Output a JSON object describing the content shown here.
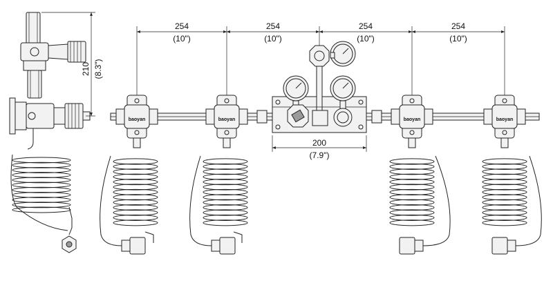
{
  "dimensions": {
    "top_spacing": [
      {
        "value": "254",
        "imperial": "(10\")"
      },
      {
        "value": "254",
        "imperial": "(10\")"
      },
      {
        "value": "254",
        "imperial": "(10\")"
      },
      {
        "value": "254",
        "imperial": "(10\")"
      }
    ],
    "panel_width": {
      "value": "200",
      "imperial": "(7.9\")"
    },
    "side_height": {
      "value": "210",
      "imperial": "(8.3\")"
    }
  },
  "brand_label": "baoyan",
  "colors": {
    "line": "#222222",
    "fill": "#f2f2f2"
  }
}
